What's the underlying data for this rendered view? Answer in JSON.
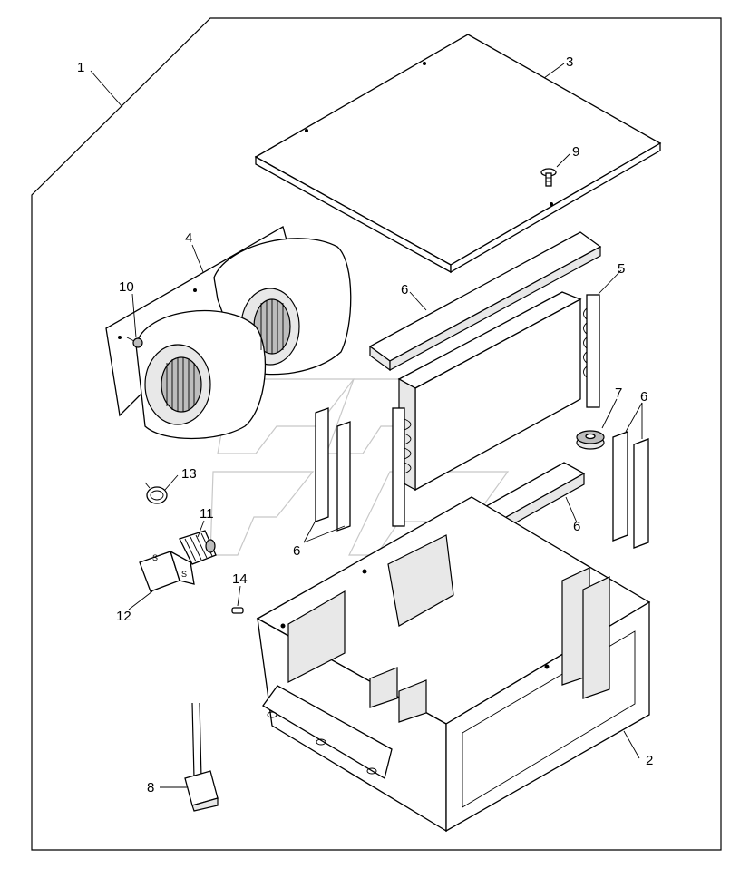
{
  "figure": {
    "callouts": [
      {
        "id": "c1",
        "text": "1"
      },
      {
        "id": "c2",
        "text": "2"
      },
      {
        "id": "c3",
        "text": "3"
      },
      {
        "id": "c4",
        "text": "4"
      },
      {
        "id": "c5",
        "text": "5"
      },
      {
        "id": "c6a",
        "text": "6"
      },
      {
        "id": "c6b",
        "text": "6"
      },
      {
        "id": "c6c",
        "text": "6"
      },
      {
        "id": "c6d",
        "text": "6"
      },
      {
        "id": "c7",
        "text": "7"
      },
      {
        "id": "c8",
        "text": "8"
      },
      {
        "id": "c9",
        "text": "9"
      },
      {
        "id": "c10",
        "text": "10"
      },
      {
        "id": "c11",
        "text": "11"
      },
      {
        "id": "c12",
        "text": "12"
      },
      {
        "id": "c13",
        "text": "13"
      },
      {
        "id": "c14",
        "text": "14"
      }
    ]
  }
}
